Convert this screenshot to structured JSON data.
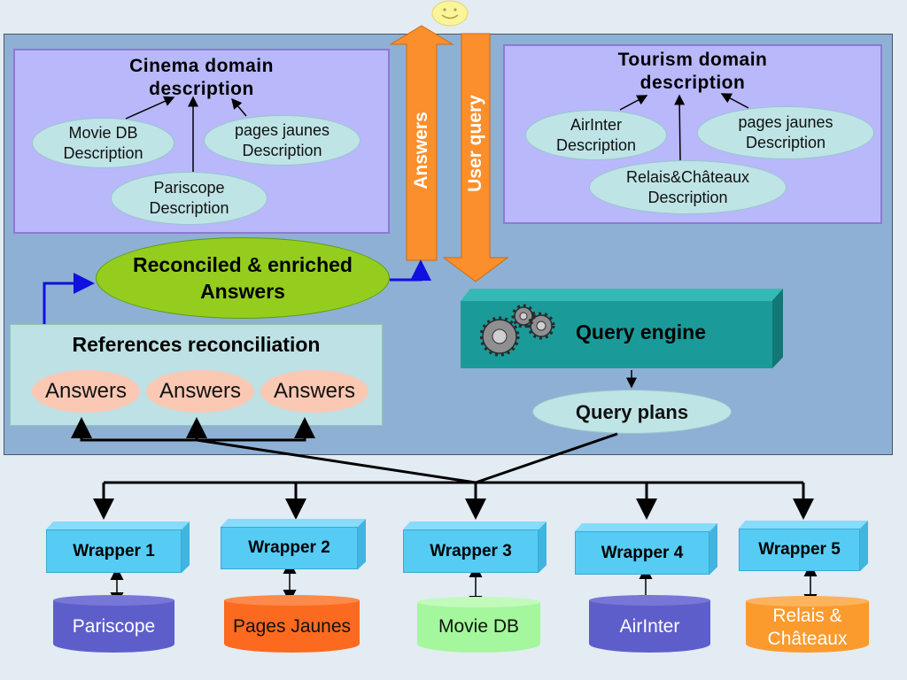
{
  "cinema": {
    "title": "Cinema domain\ndescription",
    "sources": [
      "Movie DB\nDescription",
      "pages jaunes\nDescription",
      "Pariscope\nDescription"
    ]
  },
  "tourism": {
    "title": "Tourism domain\ndescription",
    "sources": [
      "AirInter\nDescription",
      "pages jaunes\nDescription",
      "Relais&Châteaux\nDescription"
    ]
  },
  "arrows": {
    "answers": "Answers",
    "user_query": "User query"
  },
  "reconciled": "Reconciled & enriched\nAnswers",
  "references": {
    "title": "References reconciliation",
    "answers": [
      "Answers",
      "Answers",
      "Answers"
    ]
  },
  "query_engine": "Query engine",
  "query_plans": "Query plans",
  "wrappers": [
    "Wrapper 1",
    "Wrapper 2",
    "Wrapper 3",
    "Wrapper 4",
    "Wrapper 5"
  ],
  "data_sources": [
    {
      "label": "Pariscope",
      "color": "#5e5ecb"
    },
    {
      "label": "Pages Jaunes",
      "color": "#fb6a1f"
    },
    {
      "label": "Movie DB",
      "color": "#a4f79c"
    },
    {
      "label": "AirInter",
      "color": "#5e5ecb"
    },
    {
      "label": "Relais &\nChâteaux",
      "color": "#fb9a2d"
    }
  ],
  "icons": {
    "user": "smiley-icon",
    "engine": "gears-icon"
  }
}
